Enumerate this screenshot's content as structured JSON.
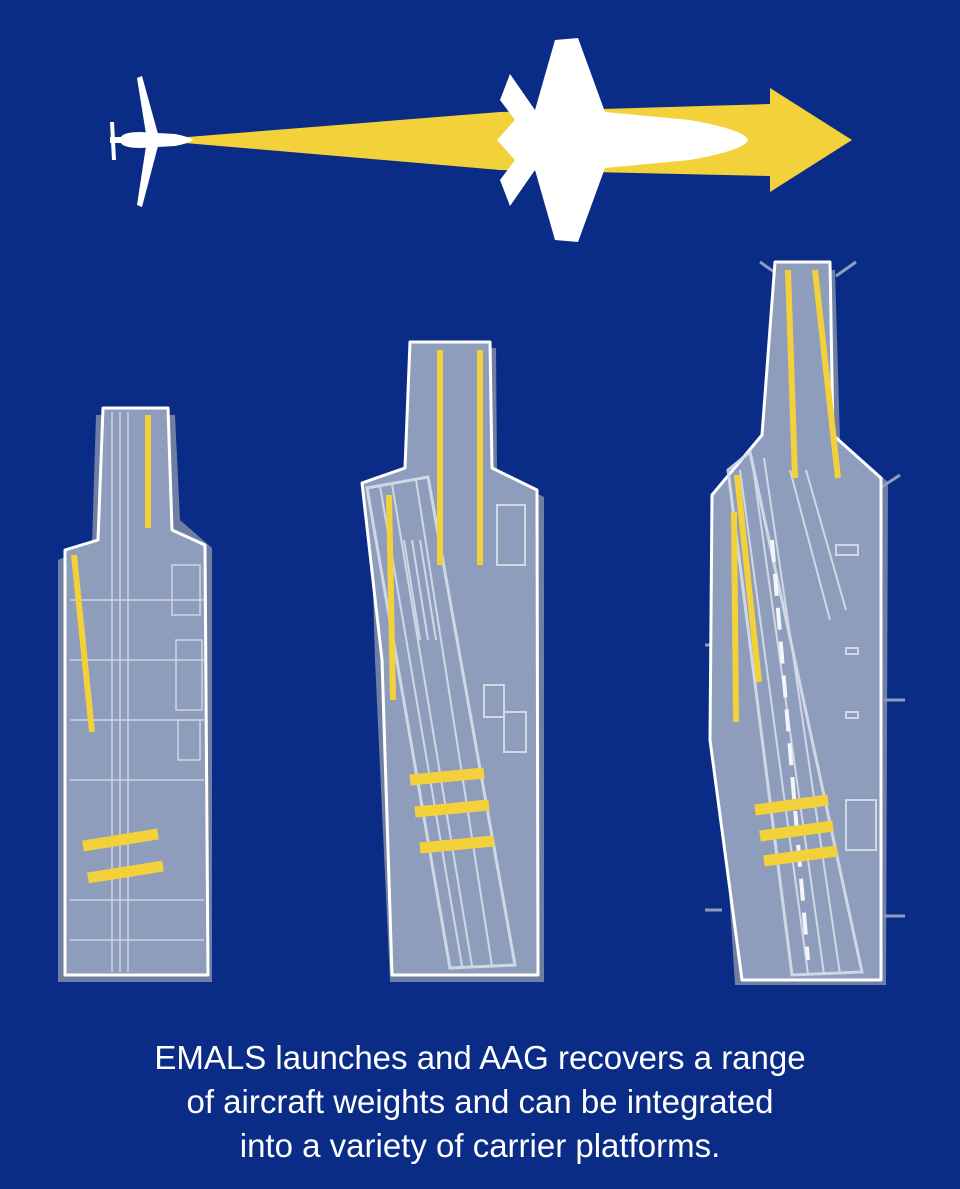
{
  "colors": {
    "background": "#0a2c86",
    "deck": "#8f9dbd",
    "deck_shadow": "#6f7ea3",
    "deck_lines": "#d8deea",
    "outline": "#ffffff",
    "yellow": "#f3d13a",
    "aircraft": "#ffffff"
  },
  "icons": {
    "small_aircraft": "propeller-aircraft-icon",
    "large_aircraft": "fighter-jet-icon",
    "weight_arrow": "arrow-right-icon"
  },
  "carriers": [
    {
      "name": "small-carrier",
      "launch_tracks": 2,
      "arresting_cables": 2
    },
    {
      "name": "medium-carrier",
      "launch_tracks": 3,
      "arresting_cables": 3
    },
    {
      "name": "large-carrier",
      "launch_tracks": 4,
      "arresting_cables": 3
    }
  ],
  "caption": {
    "line1": "EMALS launches and AAG recovers a range",
    "line2": "of aircraft weights and can be integrated",
    "line3": "into a variety of carrier platforms."
  }
}
